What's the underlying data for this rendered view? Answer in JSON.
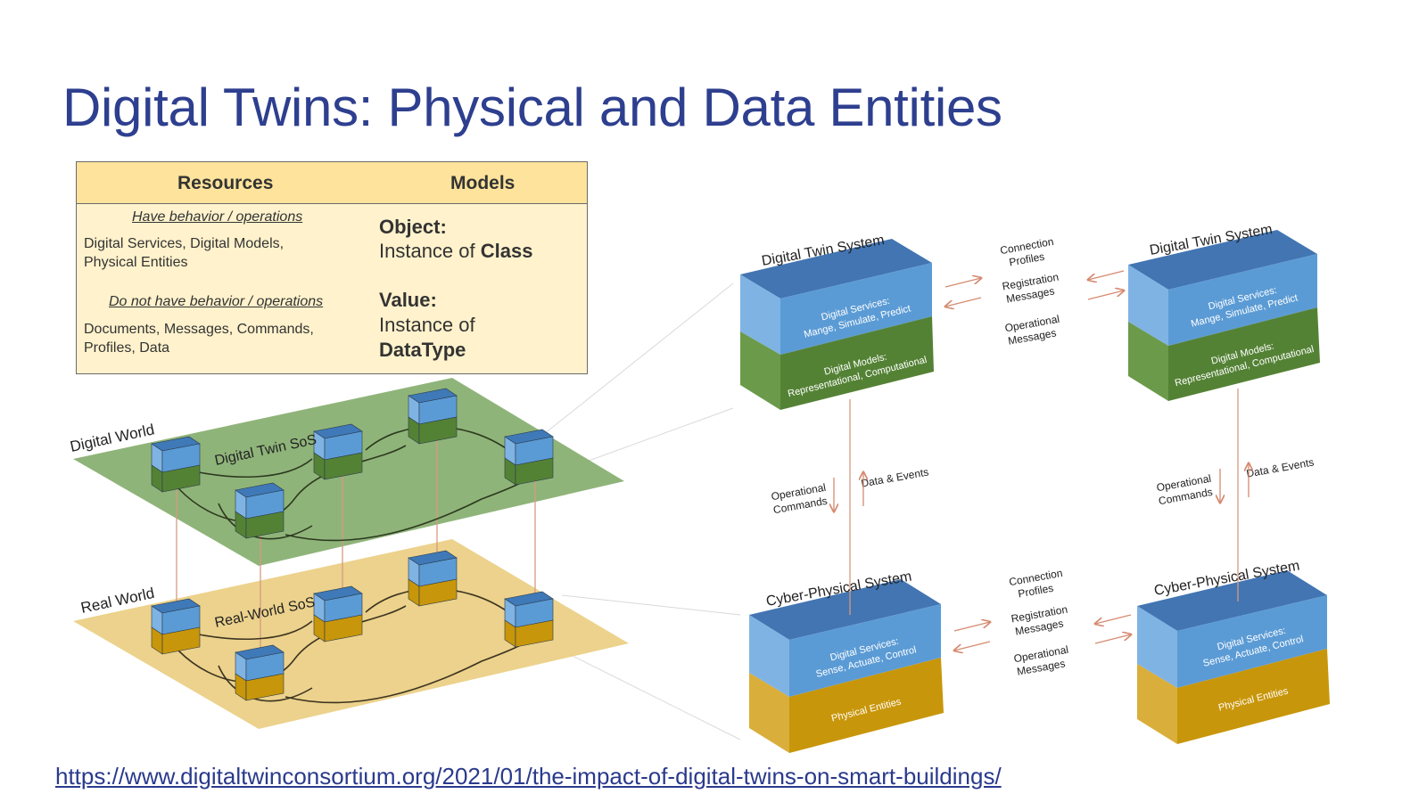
{
  "title": "Digital Twins: Physical and Data Entities",
  "table": {
    "col_resources": "Resources",
    "col_models": "Models",
    "behavior_label": "Have behavior / operations",
    "behavior_items": "Digital Services, Digital Models, Physical Entities",
    "no_behavior_label": "Do not have behavior / operations",
    "no_behavior_items": "Documents, Messages, Commands, Profiles, Data",
    "object_label": "Object:",
    "object_text": "Instance of",
    "object_bold": "Class",
    "value_label": "Value:",
    "value_text": "Instance of",
    "value_bold": "DataType"
  },
  "diagram": {
    "digital_world": "Digital World",
    "digital_twin_sos": "Digital Twin SoS",
    "real_world": "Real World",
    "real_world_sos": "Real-World SoS",
    "dts_title": "Digital Twin System",
    "dts_services": "Digital Services:",
    "dts_services_detail": "Mange, Simulate, Predict",
    "dts_models": "Digital Models:",
    "dts_models_detail": "Representational, Computational",
    "cps_title": "Cyber-Physical System",
    "cps_services": "Digital Services:",
    "cps_services_detail": "Sense, Actuate, Control",
    "cps_physical": "Physical Entities",
    "msg_connection_1": "Connection",
    "msg_connection_2": "Profiles",
    "msg_registration_1": "Registration",
    "msg_registration_2": "Messages",
    "msg_operational_1": "Operational",
    "msg_operational_2": "Messages",
    "op_commands_1": "Operational",
    "op_commands_2": "Commands",
    "data_events": "Data & Events"
  },
  "colors": {
    "title": "#2e3f8f",
    "blue_top": "#3f79b7",
    "blue_front": "#5b9bd5",
    "green": "#548235",
    "gold": "#c8960a",
    "plane_green": "#8fb47a",
    "plane_gold": "#ecd28c"
  },
  "source_url": "https://www.digitaltwinconsortium.org/2021/01/the-impact-of-digital-twins-on-smart-buildings/"
}
